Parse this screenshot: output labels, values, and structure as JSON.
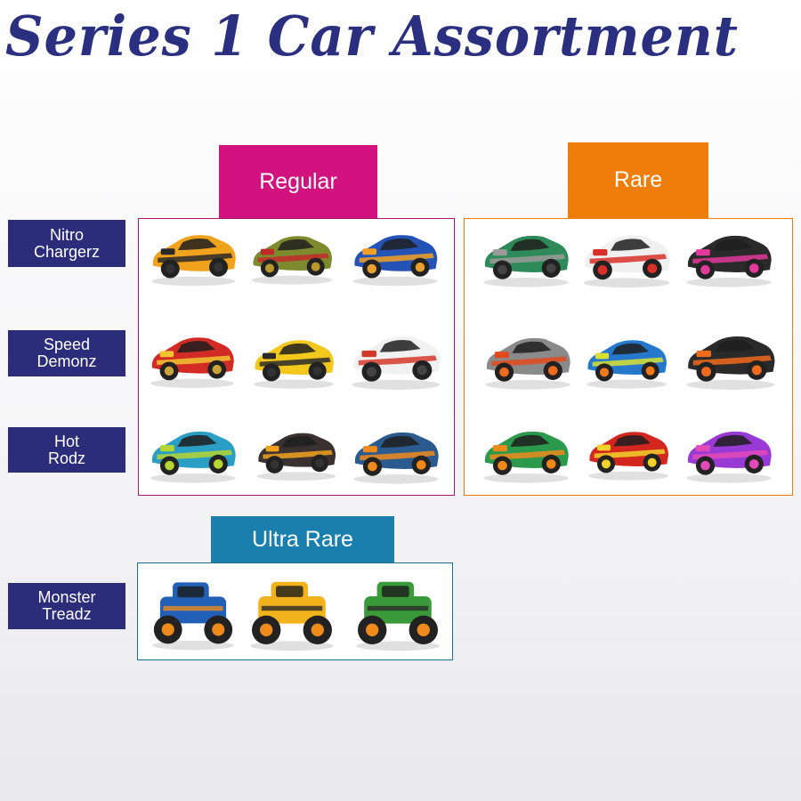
{
  "title": "Series 1 Car Assortment",
  "tabs": {
    "regular": "Regular",
    "rare": "Rare",
    "ultra_rare": "Ultra Rare"
  },
  "rows": {
    "nitro": [
      "Nitro",
      "Chargerz"
    ],
    "speed": [
      "Speed",
      "Demonz"
    ],
    "hot": [
      "Hot",
      "Rodz"
    ],
    "monster": [
      "Monster",
      "Treadz"
    ]
  },
  "colors": {
    "title": "#2b2f7f",
    "regular": "#d1127f",
    "rare": "#ef7d0a",
    "ultra_rare": "#1a7fae",
    "row_label": "#2b2c7a"
  },
  "cars": [
    {
      "name": "nitro-regular-1",
      "type": "car",
      "body": "#f0a21c",
      "accent": "#2a2a2a",
      "wheel": "#333333"
    },
    {
      "name": "nitro-regular-2",
      "type": "car",
      "body": "#7d8a2e",
      "accent": "#c22a2a",
      "wheel": "#b9972b"
    },
    {
      "name": "nitro-regular-3",
      "type": "car",
      "body": "#2453b8",
      "accent": "#f2a020",
      "wheel": "#e8a030"
    },
    {
      "name": "speed-regular-1",
      "type": "car",
      "body": "#d22b26",
      "accent": "#f2c430",
      "wheel": "#c9a43a"
    },
    {
      "name": "speed-regular-2",
      "type": "car",
      "body": "#f2c81d",
      "accent": "#2a2a2a",
      "wheel": "#333333"
    },
    {
      "name": "speed-regular-3",
      "type": "car",
      "body": "#f1f1f1",
      "accent": "#d43a2a",
      "wheel": "#444444"
    },
    {
      "name": "hot-regular-1",
      "type": "car",
      "body": "#2a9ec4",
      "accent": "#b6d433",
      "wheel": "#b6d433"
    },
    {
      "name": "hot-regular-2",
      "type": "car",
      "body": "#3a3130",
      "accent": "#f0a21c",
      "wheel": "#333333"
    },
    {
      "name": "hot-regular-3",
      "type": "car",
      "body": "#2b5a8f",
      "accent": "#f08a1c",
      "wheel": "#f08a1c"
    },
    {
      "name": "nitro-rare-1",
      "type": "car",
      "body": "#2e8a58",
      "accent": "#9a9a9a",
      "wheel": "#444444"
    },
    {
      "name": "nitro-rare-2",
      "type": "car",
      "body": "#f0f0f0",
      "accent": "#d9302a",
      "wheel": "#d9302a"
    },
    {
      "name": "nitro-rare-3",
      "type": "car",
      "body": "#2a2a2a",
      "accent": "#e23a9a",
      "wheel": "#e23a9a"
    },
    {
      "name": "speed-rare-1",
      "type": "car",
      "body": "#8a8a8a",
      "accent": "#e24a1c",
      "wheel": "#ee6a1c"
    },
    {
      "name": "speed-rare-2",
      "type": "car",
      "body": "#2578cc",
      "accent": "#d8e030",
      "wheel": "#ee7a1c"
    },
    {
      "name": "speed-rare-3",
      "type": "car",
      "body": "#2a2a2a",
      "accent": "#ee6a1c",
      "wheel": "#ee6a1c"
    },
    {
      "name": "hot-rare-1",
      "type": "car",
      "body": "#2c9a4c",
      "accent": "#ee8a1c",
      "wheel": "#ee8a1c"
    },
    {
      "name": "hot-rare-2",
      "type": "car",
      "body": "#d2261e",
      "accent": "#f2d22a",
      "wheel": "#f2d22a"
    },
    {
      "name": "hot-rare-3",
      "type": "car",
      "body": "#9a3ad6",
      "accent": "#e24ab8",
      "wheel": "#e24ab8"
    },
    {
      "name": "monster-ultra-1",
      "type": "truck",
      "body": "#2260b8",
      "accent": "#ee8a1c",
      "wheel": "#ee8a1c"
    },
    {
      "name": "monster-ultra-2",
      "type": "truck",
      "body": "#f2b21c",
      "accent": "#2a2a2a",
      "wheel": "#ee8a1c"
    },
    {
      "name": "monster-ultra-3",
      "type": "truck",
      "body": "#3a9a3a",
      "accent": "#2a2a2a",
      "wheel": "#ee8a1c"
    }
  ]
}
